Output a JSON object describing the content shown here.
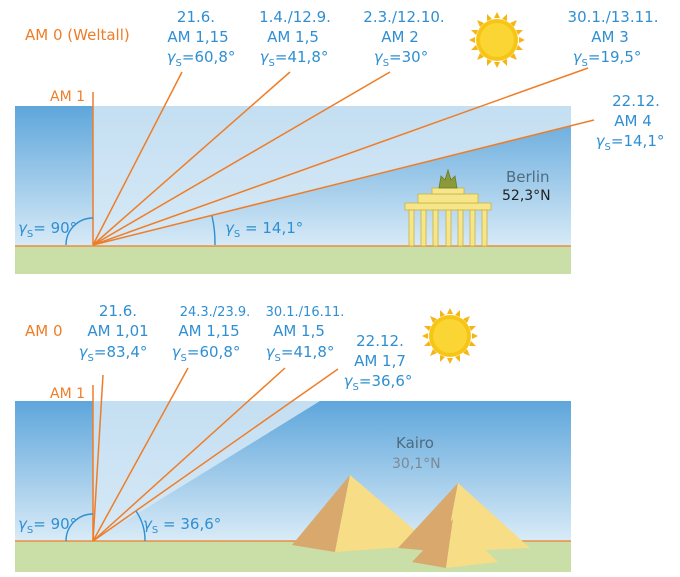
{
  "colors": {
    "sky": "#6aaedd",
    "wedge": "#d4e8f5",
    "ground": "#c9dfa7",
    "ray_orange": "#ef7d28",
    "text_blue": "#2f8fd2",
    "sun": "#f7c10e",
    "gate": "#f7e58a",
    "pyramid_light": "#f6dd86",
    "pyramid_dark": "#d9a86c"
  },
  "top": {
    "am0_label": "AM 0 (Weltall)",
    "am1_label": "AM 1",
    "city_name": "Berlin",
    "city_lat": "52,3°N",
    "angle_90": "γS= 90°",
    "angle_min": "γS = 14,1°",
    "rays": [
      {
        "date": "21.6.",
        "am": "AM 1,15",
        "angle": "γS=60,8°"
      },
      {
        "date": "1.4./12.9.",
        "am": "AM 1,5",
        "angle": "γS=41,8°"
      },
      {
        "date": "2.3./12.10.",
        "am": "AM 2",
        "angle": "γS=30°"
      },
      {
        "date": "30.1./13.11.",
        "am": "AM 3",
        "angle": "γS=19,5°"
      },
      {
        "date": "22.12.",
        "am": "AM 4",
        "angle": "γS=14,1°"
      }
    ]
  },
  "bottom": {
    "am0_label": "AM 0",
    "am1_label": "AM 1",
    "city_name": "Kairo",
    "city_lat": "30,1°N",
    "angle_90": "γS= 90°",
    "angle_min": "γS = 36,6°",
    "rays": [
      {
        "date": "21.6.",
        "am": "AM 1,01",
        "angle": "γS=83,4°"
      },
      {
        "date": "24.3./23.9.",
        "am": "AM 1,15",
        "angle": "γS=60,8°"
      },
      {
        "date": "30.1./16.11.",
        "am": "AM 1,5",
        "angle": "γS=41,8°"
      },
      {
        "date": "22.12.",
        "am": "AM 1,7",
        "angle": "γS=36,6°"
      }
    ]
  }
}
